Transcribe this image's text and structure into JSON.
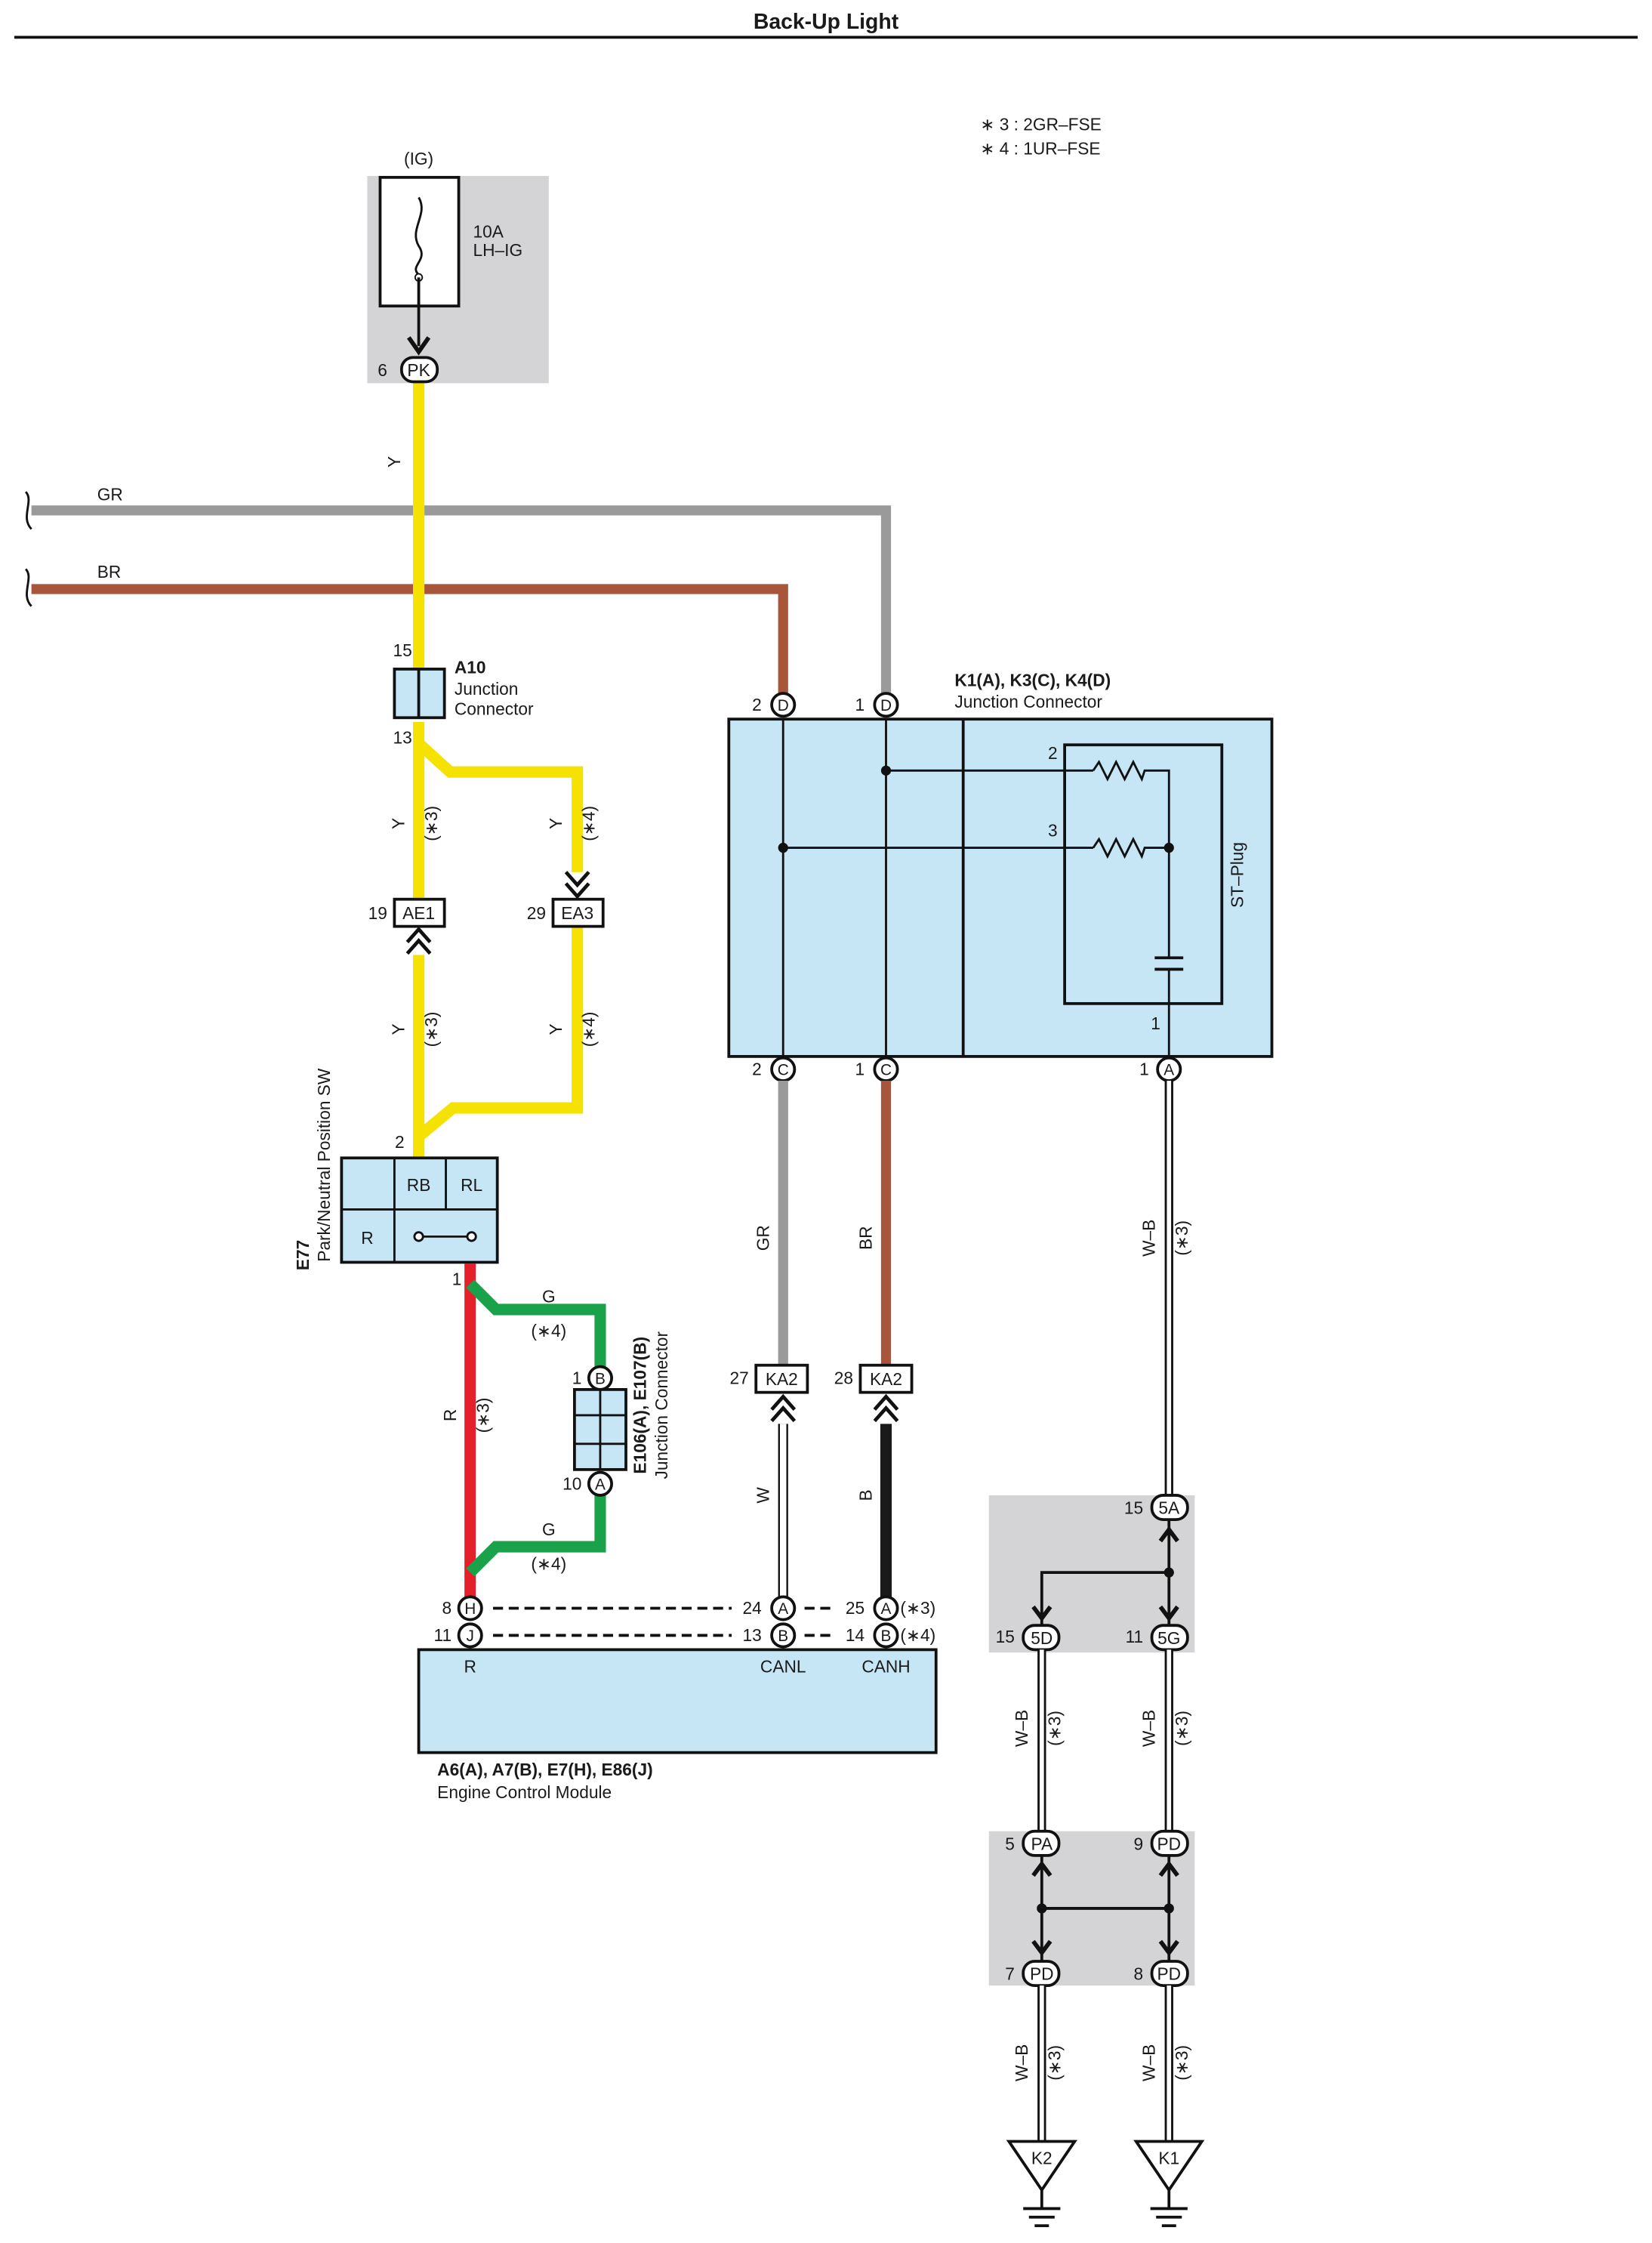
{
  "title": "Back-Up Light",
  "notes": [
    "∗ 3 : 2GR–FSE",
    "∗ 4 : 1UR–FSE"
  ],
  "fuse": {
    "ig": "(IG)",
    "rating": "10A",
    "name": "LH–IG",
    "pin": "6",
    "terminal": "PK"
  },
  "wires": {
    "gr": "GR",
    "br": "BR",
    "y": "Y",
    "g": "G",
    "r": "R",
    "w": "W",
    "b": "B",
    "wb": "W–B"
  },
  "marks": {
    "n3": "(∗3)",
    "n4": "(∗4)"
  },
  "a10": {
    "id": "A10",
    "l1": "Junction",
    "l2": "Connector",
    "p_in": "15",
    "p_out": "13"
  },
  "ae1": {
    "pin": "19",
    "term": "AE1"
  },
  "ea3": {
    "pin": "29",
    "term": "EA3"
  },
  "e77": {
    "id": "E77",
    "name": "Park/Neutral Position SW",
    "pin_top": "2",
    "pin_bot": "1",
    "rb": "RB",
    "rl": "RL",
    "r": "R"
  },
  "e106": {
    "id": "E106(A), E107(B)",
    "name": "Junction Connector",
    "p1": "1",
    "t1": "B",
    "p10": "10",
    "t10": "A"
  },
  "k1": {
    "id": "K1(A), K3(C), K4(D)",
    "name": "Junction Connector",
    "st_plug": "ST–Plug",
    "top_pins": [
      {
        "pin": "2",
        "term": "D"
      },
      {
        "pin": "1",
        "term": "D"
      }
    ],
    "bot_pins": [
      {
        "pin": "2",
        "term": "C"
      },
      {
        "pin": "1",
        "term": "C"
      },
      {
        "pin": "1",
        "term": "A"
      }
    ],
    "inner": [
      "2",
      "3",
      "1"
    ]
  },
  "ka2": [
    {
      "pin": "27",
      "term": "KA2"
    },
    {
      "pin": "28",
      "term": "KA2"
    }
  ],
  "ecm": {
    "id": "A6(A), A7(B), E7(H), E86(J)",
    "name": "Engine Control Module",
    "r": "R",
    "canl": "CANL",
    "canh": "CANH",
    "pins": [
      {
        "pin": "8",
        "term": "H"
      },
      {
        "pin": "11",
        "term": "J"
      },
      {
        "pin": "24",
        "term": "A"
      },
      {
        "pin": "13",
        "term": "B"
      },
      {
        "pin": "25",
        "term": "A"
      },
      {
        "pin": "14",
        "term": "B"
      }
    ]
  },
  "junc1": [
    {
      "pin": "15",
      "term": "5A"
    },
    {
      "pin": "15",
      "term": "5D"
    },
    {
      "pin": "11",
      "term": "5G"
    }
  ],
  "junc2": [
    {
      "pin": "5",
      "term": "PA"
    },
    {
      "pin": "9",
      "term": "PD"
    },
    {
      "pin": "7",
      "term": "PD"
    },
    {
      "pin": "8",
      "term": "PD"
    }
  ],
  "grounds": [
    "K2",
    "K1"
  ],
  "colors": {
    "yellow": "#f6e200",
    "gray": "#9a9a9a",
    "brown": "#a8553a",
    "red": "#e5202a",
    "green": "#1aa24a",
    "black": "#1a1a1a",
    "box_blue": "#c6e6f6",
    "shade": "#d4d4d6"
  }
}
